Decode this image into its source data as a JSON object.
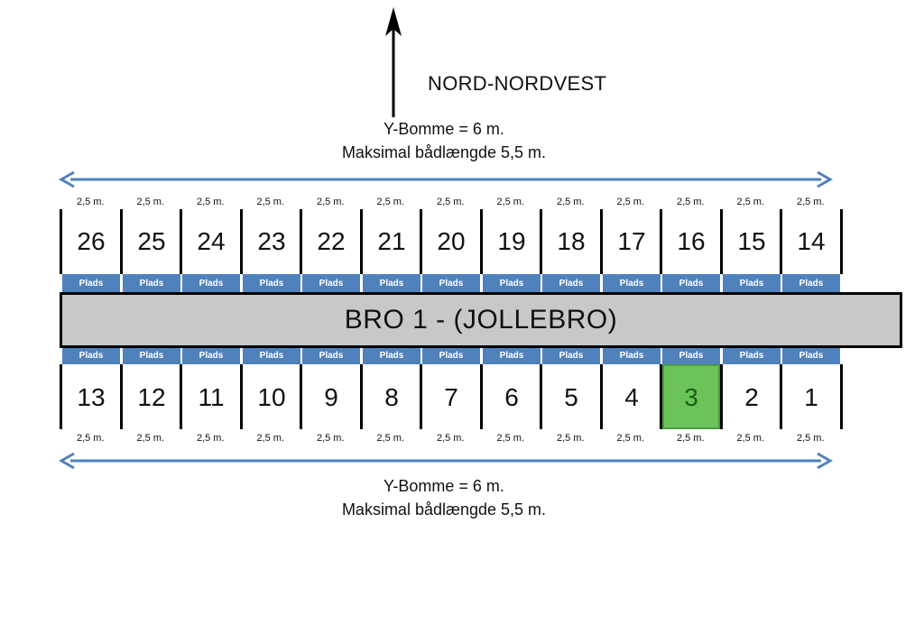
{
  "compass": {
    "label": "NORD-NORDVEST",
    "icon": "north-arrow-icon"
  },
  "top_note": {
    "line1": "Y-Bomme = 6 m.",
    "line2": "Maksimal bådlængde 5,5 m."
  },
  "bottom_note": {
    "line1": "Y-Bomme = 6 m.",
    "line2": "Maksimal bådlængde 5,5 m."
  },
  "pier": {
    "label": "BRO 1 - (JOLLEBRO)",
    "color": "#c8c8c8"
  },
  "plads_label": "Plads",
  "width_label": "2,5 m.",
  "top_row": [
    "26",
    "25",
    "24",
    "23",
    "22",
    "21",
    "20",
    "19",
    "18",
    "17",
    "16",
    "15",
    "14"
  ],
  "bottom_row": [
    "13",
    "12",
    "11",
    "10",
    "9",
    "8",
    "7",
    "6",
    "5",
    "4",
    "3",
    "2",
    "1"
  ],
  "highlighted_berth": "3",
  "colors": {
    "plads": "#4f81bd",
    "highlight": "#6cc35a",
    "arrow": "#4f81bd"
  }
}
